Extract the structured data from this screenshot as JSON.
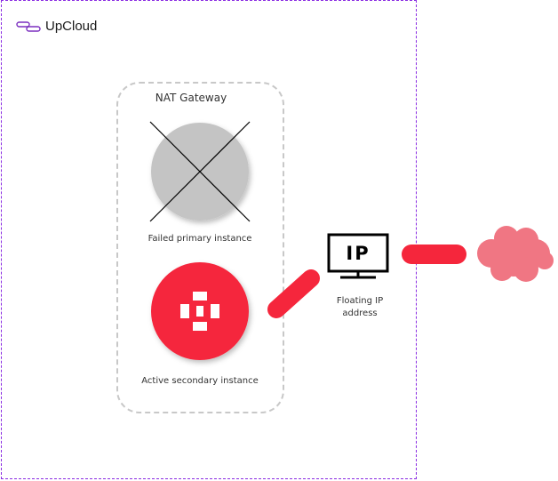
{
  "logo": {
    "text": "UpCloud",
    "icon": "upcloud-logo-icon"
  },
  "group": {
    "title": "NAT Gateway"
  },
  "primary": {
    "label": "Failed primary instance",
    "icon": "failed-instance-icon",
    "status": "failed"
  },
  "secondary": {
    "label": "Active secondary instance",
    "icon": "active-instance-icon",
    "status": "active"
  },
  "floating_ip": {
    "badge": "IP",
    "label_line1": "Floating IP",
    "label_line2": "address",
    "icon": "monitor-icon"
  },
  "internet": {
    "icon": "cloud-icon"
  },
  "colors": {
    "accent": "#f5263c",
    "failed_gray": "#c4c4c4",
    "cloud": "#f07683",
    "region_border": "#8a2be2",
    "logo_purple": "#7b2fbf"
  }
}
